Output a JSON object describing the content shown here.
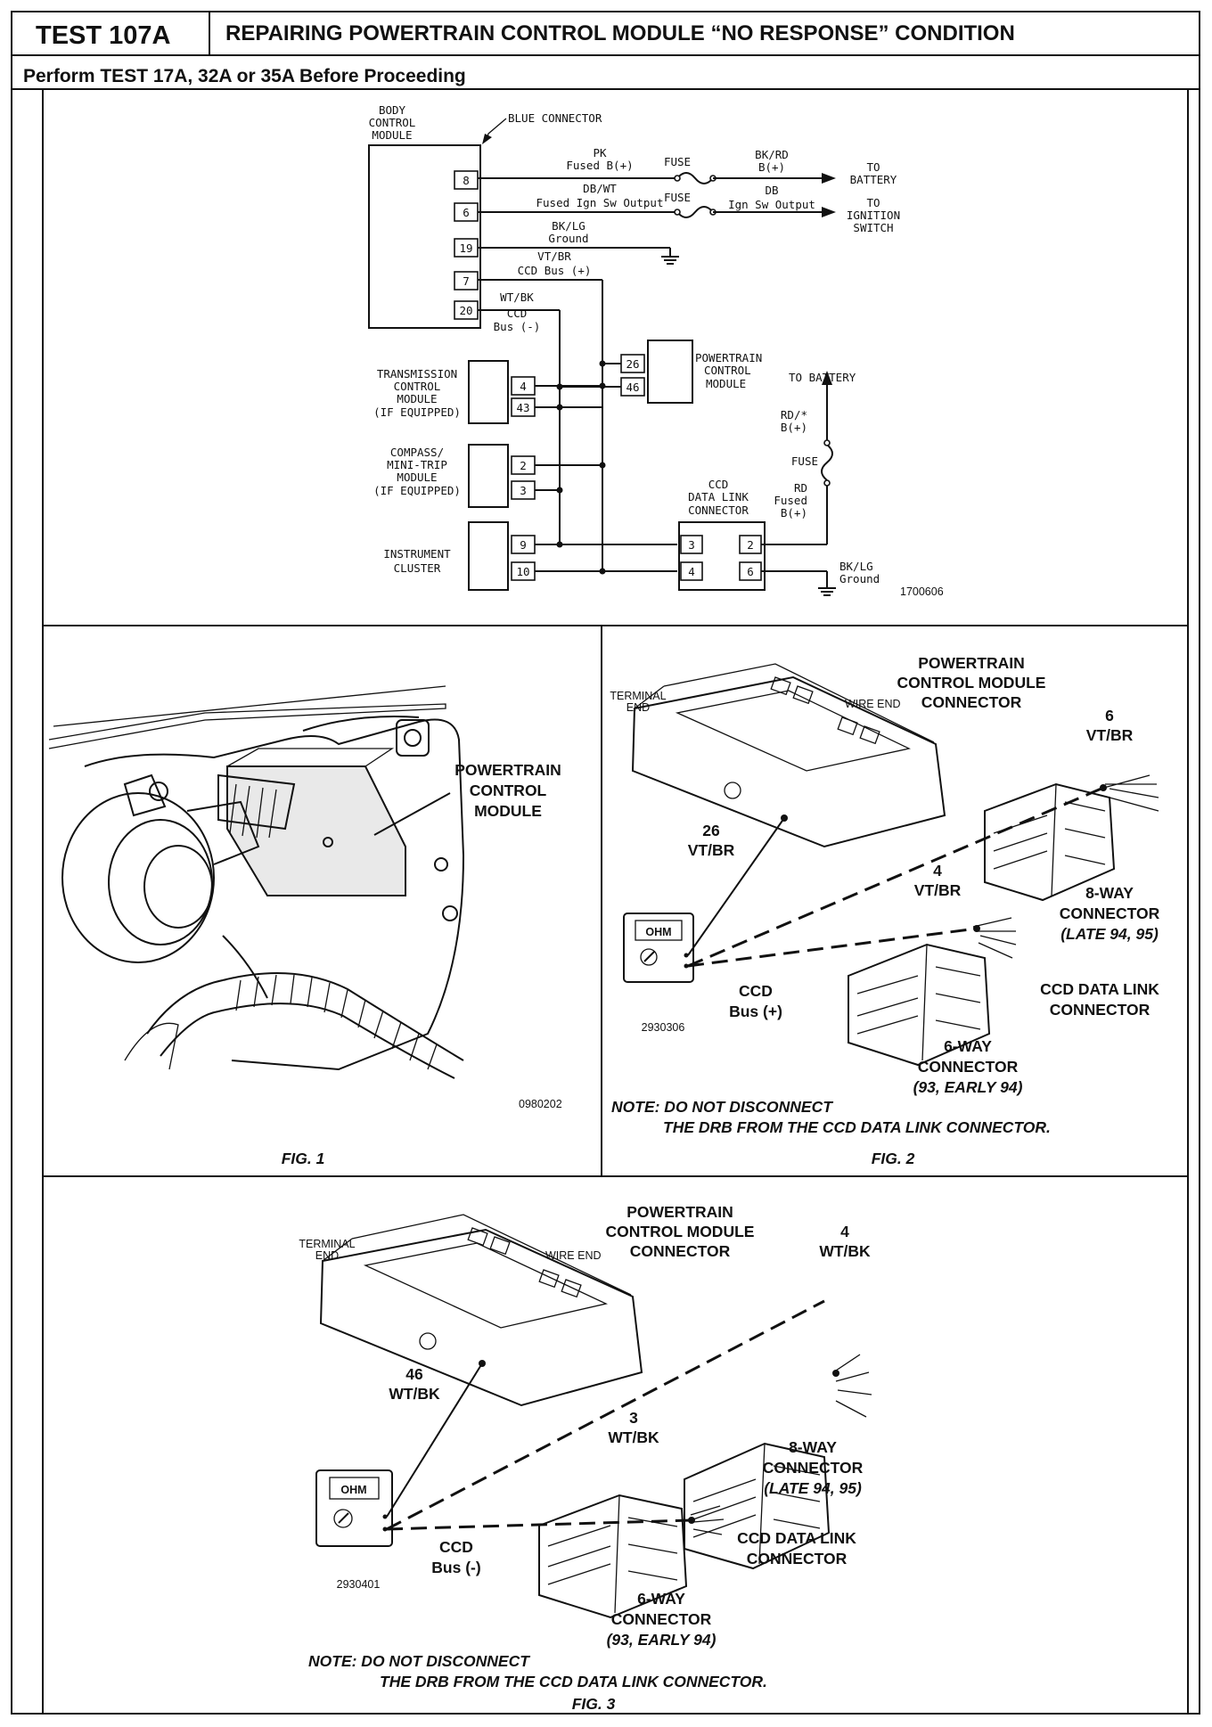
{
  "header": {
    "test_id": "TEST 107A",
    "title": "REPAIRING POWERTRAIN CONTROL MODULE “NO RESPONSE” CONDITION",
    "subtitle": "Perform TEST 17A, 32A or 35A Before Proceeding"
  },
  "schematic": {
    "bcm_label": [
      "BODY",
      "CONTROL",
      "MODULE"
    ],
    "blue_connector": "BLUE CONNECTOR",
    "bcm_pins": [
      "8",
      "6",
      "19",
      "7",
      "20"
    ],
    "wire_pk": [
      "PK",
      "Fused B(+)"
    ],
    "wire_dbwt": [
      "DB/WT",
      "Fused Ign Sw Output"
    ],
    "wire_bklg": [
      "BK/LG",
      "Ground"
    ],
    "wire_vtbr": [
      "VT/BR",
      "CCD Bus (+)"
    ],
    "wire_wtbk": [
      "WT/BK",
      "CCD",
      "Bus (-)"
    ],
    "fuse": "FUSE",
    "wire_bkrd": [
      "BK/RD",
      "B(+)"
    ],
    "wire_db": [
      "DB",
      "Ign Sw Output"
    ],
    "to_battery": [
      "TO",
      "BATTERY"
    ],
    "to_ignition": [
      "TO",
      "IGNITION",
      "SWITCH"
    ],
    "pcm_label": [
      "POWERTRAIN",
      "CONTROL",
      "MODULE"
    ],
    "pcm_pins": [
      "26",
      "46"
    ],
    "tcm_label": [
      "TRANSMISSION",
      "CONTROL",
      "MODULE",
      "(IF EQUIPPED)"
    ],
    "tcm_pins": [
      "4",
      "43"
    ],
    "compass_label": [
      "COMPASS/",
      "MINI-TRIP",
      "MODULE",
      "(IF EQUIPPED)"
    ],
    "compass_pins": [
      "2",
      "3"
    ],
    "cluster_label": [
      "INSTRUMENT",
      "CLUSTER"
    ],
    "cluster_pins": [
      "9",
      "10"
    ],
    "dlc_label": [
      "CCD",
      "DATA LINK",
      "CONNECTOR"
    ],
    "dlc_pins_left": [
      "3",
      "4"
    ],
    "dlc_pins_right": [
      "2",
      "6"
    ],
    "to_battery_right": "TO BATTERY",
    "wire_rd": [
      "RD/*",
      "B(+)"
    ],
    "wire_rd_fused": [
      "RD",
      "Fused",
      "B(+)"
    ],
    "wire_bklg2": [
      "BK/LG",
      "Ground"
    ],
    "ref": "1700606"
  },
  "fig1": {
    "label": "POWERTRAIN\nCONTROL\nMODULE",
    "label_lines": [
      "POWERTRAIN",
      "CONTROL",
      "MODULE"
    ],
    "ref": "0980202",
    "caption": "FIG. 1"
  },
  "fig2": {
    "title": [
      "POWERTRAIN",
      "CONTROL MODULE",
      "CONNECTOR"
    ],
    "terminal_end": [
      "TERMINAL",
      "END"
    ],
    "wire_end": "WIRE END",
    "pin_26": [
      "26",
      "VT/BR"
    ],
    "pin_6": [
      "6",
      "VT/BR"
    ],
    "pin_4": [
      "4",
      "VT/BR"
    ],
    "ohm": "OHM",
    "bus": [
      "CCD",
      "Bus (+)"
    ],
    "ref": "2930306",
    "eight_way": [
      "8-WAY",
      "CONNECTOR"
    ],
    "eight_way_years": "(LATE 94, 95)",
    "dlc": [
      "CCD DATA LINK",
      "CONNECTOR"
    ],
    "six_way": [
      "6-WAY",
      "CONNECTOR"
    ],
    "six_way_years": "(93, EARLY 94)",
    "note": [
      "NOTE:  DO NOT DISCONNECT",
      "THE DRB FROM THE CCD DATA LINK CONNECTOR."
    ],
    "caption": "FIG. 2"
  },
  "fig3": {
    "title": [
      "POWERTRAIN",
      "CONTROL MODULE",
      "CONNECTOR"
    ],
    "terminal_end": [
      "TERMINAL",
      "END"
    ],
    "wire_end": "WIRE END",
    "pin_46": [
      "46",
      "WT/BK"
    ],
    "pin_4": [
      "4",
      "WT/BK"
    ],
    "pin_3": [
      "3",
      "WT/BK"
    ],
    "ohm": "OHM",
    "bus": [
      "CCD",
      "Bus (-)"
    ],
    "ref": "2930401",
    "eight_way": [
      "8-WAY",
      "CONNECTOR"
    ],
    "eight_way_years": "(LATE 94, 95)",
    "dlc": [
      "CCD DATA LINK",
      "CONNECTOR"
    ],
    "six_way": [
      "6-WAY",
      "CONNECTOR"
    ],
    "six_way_years": "(93, EARLY 94)",
    "note": [
      "NOTE:  DO NOT DISCONNECT",
      "THE DRB FROM THE CCD DATA LINK CONNECTOR."
    ],
    "caption": "FIG. 3"
  }
}
